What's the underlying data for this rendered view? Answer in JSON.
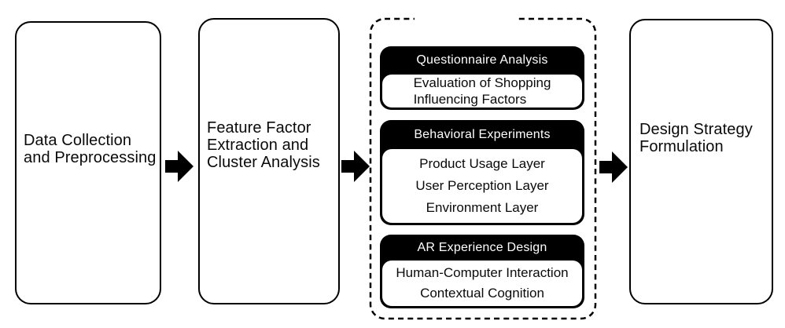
{
  "diagram": {
    "stage1": {
      "lines": [
        "Data Collection",
        "and Preprocessing"
      ]
    },
    "stage2": {
      "lines": [
        "Feature Factor",
        "Extraction and",
        "Cluster Analysis"
      ]
    },
    "stage4": {
      "lines": [
        "Design Strategy",
        "Formulation"
      ]
    },
    "research_panel": {
      "groups": [
        {
          "header": "Questionnaire Analysis",
          "lines": [
            "Evaluation of Shopping",
            "Influencing Factors"
          ]
        },
        {
          "header": "Behavioral Experiments",
          "lines": [
            "Product Usage Layer",
            "User Perception Layer",
            "Environment Layer"
          ]
        },
        {
          "header": "AR Experience Design",
          "lines": [
            "Human-Computer Interaction",
            "Contextual Cognition"
          ]
        }
      ]
    }
  },
  "icons": {
    "arrow": "block-arrow-right-icon"
  },
  "colors": {
    "ink": "#000000",
    "paper": "#ffffff",
    "header_bg": "#000000",
    "header_text": "#ffffff"
  }
}
